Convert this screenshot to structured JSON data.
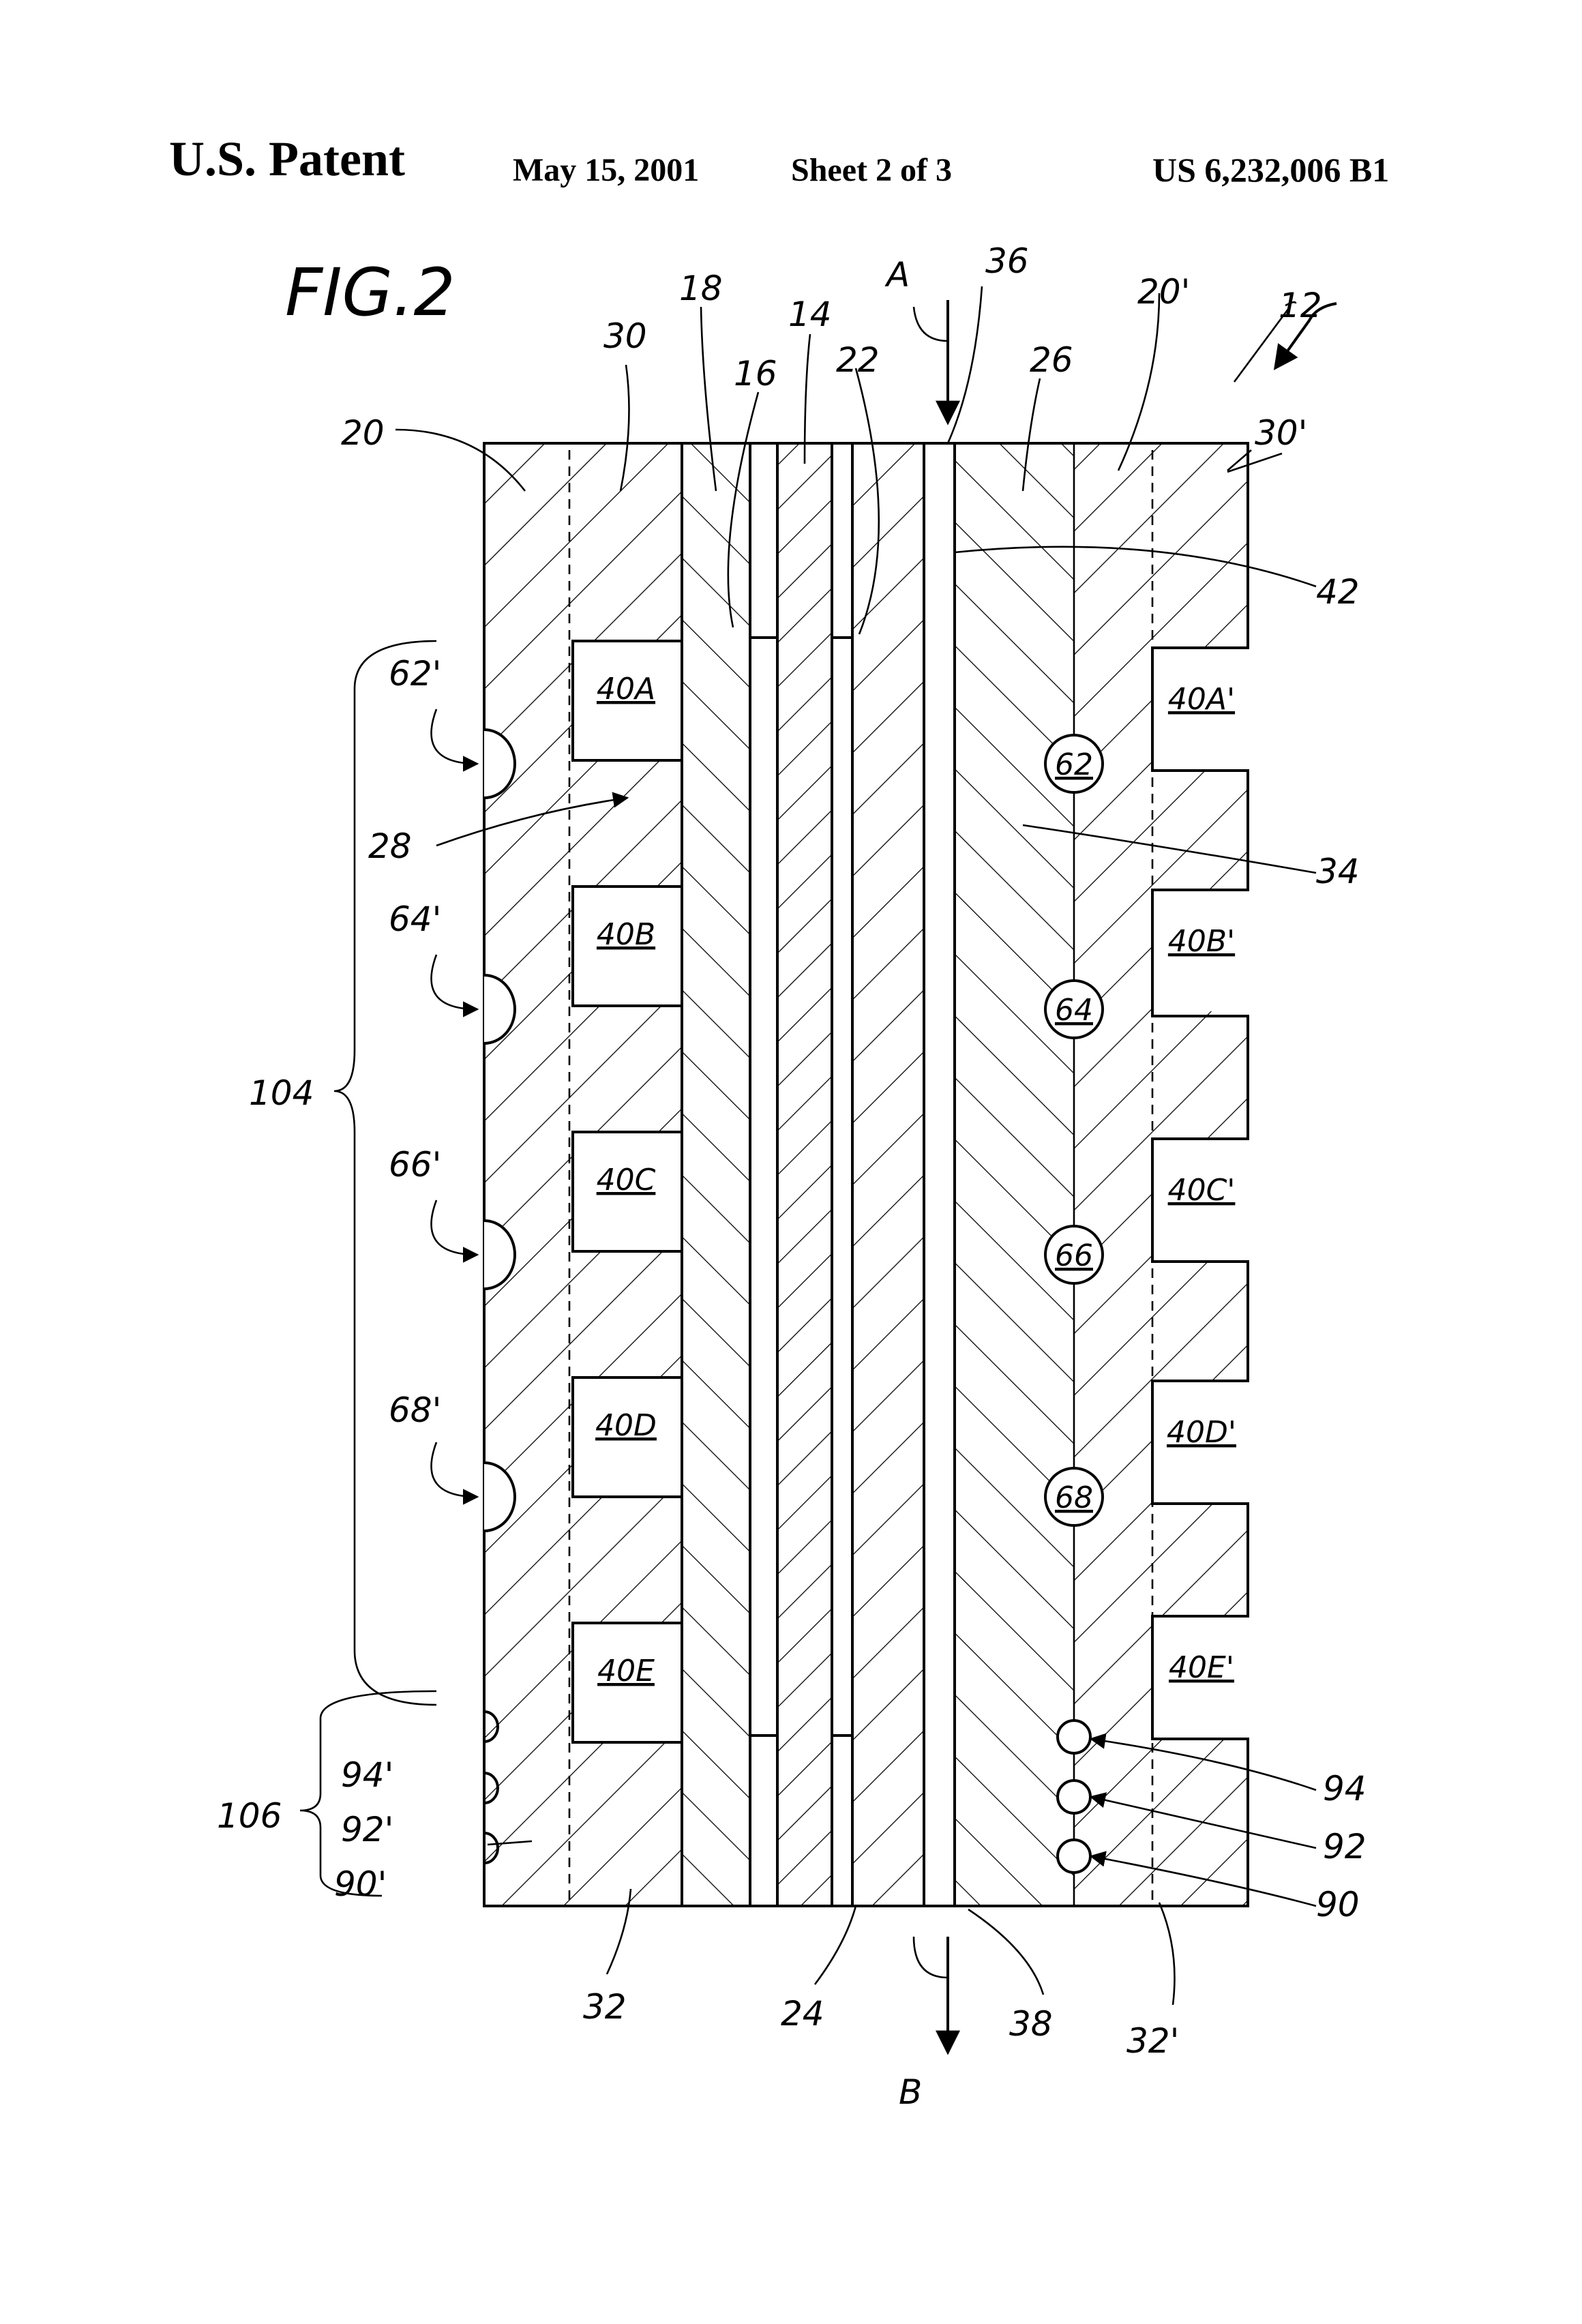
{
  "header": {
    "left": "U.S. Patent",
    "date": "May 15, 2001",
    "sheet": "Sheet 2 of 3",
    "number": "US 6,232,006 B1"
  },
  "figure": {
    "title": "FIG.2",
    "ref_labels": {
      "r12": "12",
      "r14": "14",
      "r16": "16",
      "r18": "18",
      "r20": "20",
      "r20p": "20'",
      "r22": "22",
      "r24": "24",
      "r26": "26",
      "r28": "28",
      "r30": "30",
      "r30p": "30'",
      "r32": "32",
      "r32p": "32'",
      "r34": "34",
      "r36": "36",
      "r38": "38",
      "r42": "42",
      "r62p": "62'",
      "r64p": "64'",
      "r66p": "66'",
      "r68p": "68'",
      "r94": "94",
      "r92": "92",
      "r90": "90",
      "r94p": "94'",
      "r92p": "92'",
      "r90p": "90'",
      "r104": "104",
      "r106": "106",
      "flowA": "A",
      "flowB": "B"
    },
    "left_boxes": [
      "40A",
      "40B",
      "40C",
      "40D",
      "40E"
    ],
    "right_boxes": [
      "40A'",
      "40B'",
      "40C'",
      "40D'",
      "40E'"
    ],
    "circles": [
      "62",
      "64",
      "66",
      "68"
    ]
  }
}
